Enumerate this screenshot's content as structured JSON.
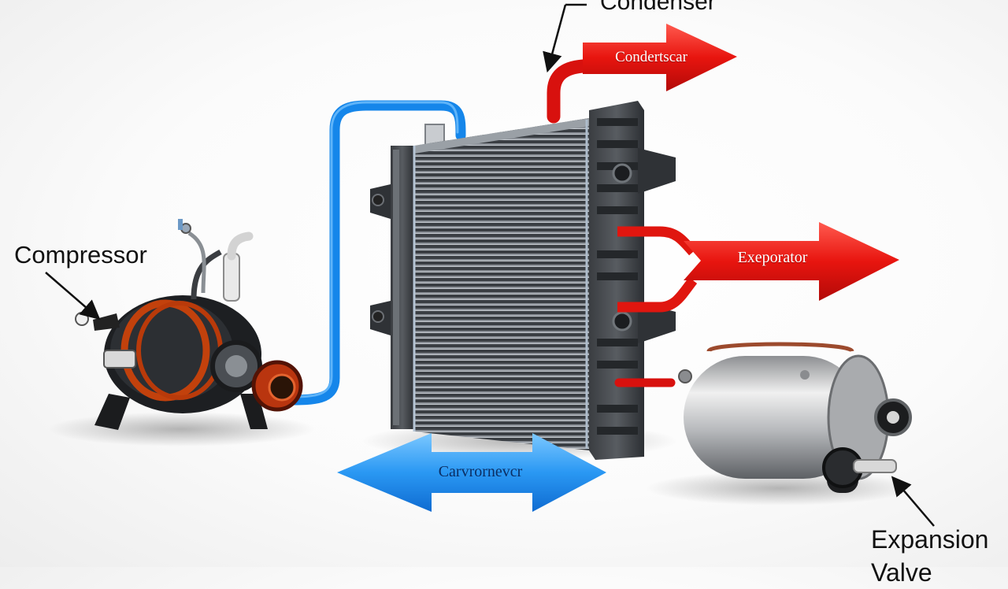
{
  "labels": {
    "condenser_top": "Condenser",
    "compressor": "Compressor",
    "expansion_line1": "Expansion",
    "expansion_line2": "Valve"
  },
  "arrow_texts": {
    "condenser": "Condertscar",
    "evaporator": "Exeporator",
    "blue": "Carvrornevcr"
  },
  "colors": {
    "hot_line": "#e21b1b",
    "cold_line": "#1e8ff0",
    "fin_dark": "#2e3236",
    "metal": "#b9bcbf"
  }
}
